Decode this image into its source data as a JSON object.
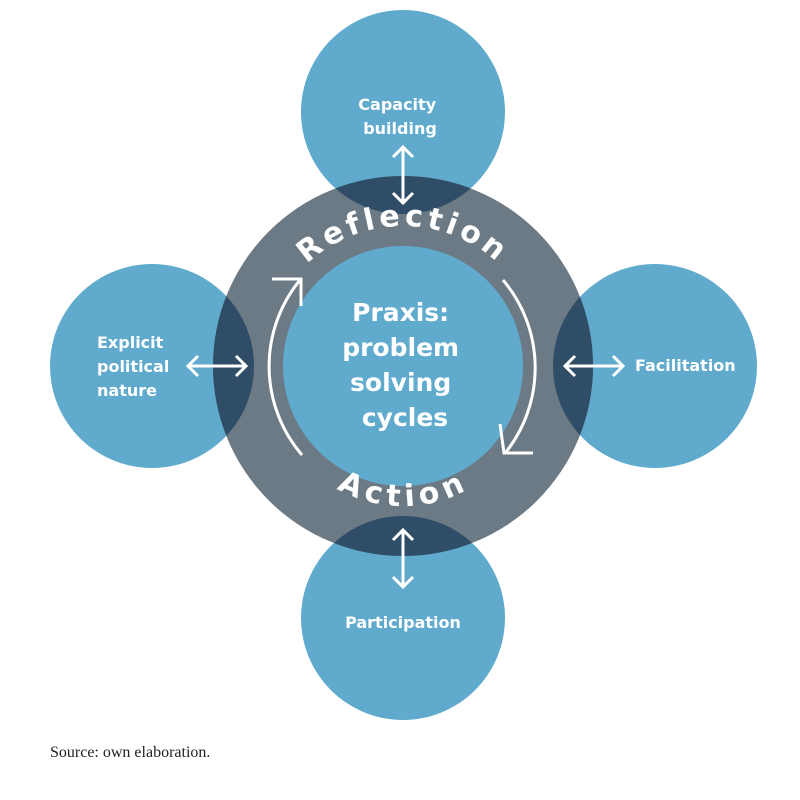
{
  "colors": {
    "satellite": "#5faacd",
    "ring": "#6c7a85",
    "overlap": "#2f4d66",
    "inner": "#5faacd",
    "text": "#ffffff"
  },
  "center": {
    "lines": [
      "Praxis:",
      "problem",
      "solving",
      "cycles"
    ]
  },
  "ring": {
    "top_label": "Reflection",
    "bottom_label": "Action"
  },
  "satellites": {
    "top": {
      "lines": [
        "Capacity",
        "building"
      ]
    },
    "left": {
      "lines": [
        "Explicit",
        "political",
        "nature"
      ]
    },
    "right": {
      "lines": [
        "Facilitation"
      ]
    },
    "bottom": {
      "lines": [
        "Participation"
      ]
    }
  },
  "icons": [
    "double-arrow-icon",
    "cycle-arrow-icon"
  ],
  "caption": "Source: own elaboration."
}
